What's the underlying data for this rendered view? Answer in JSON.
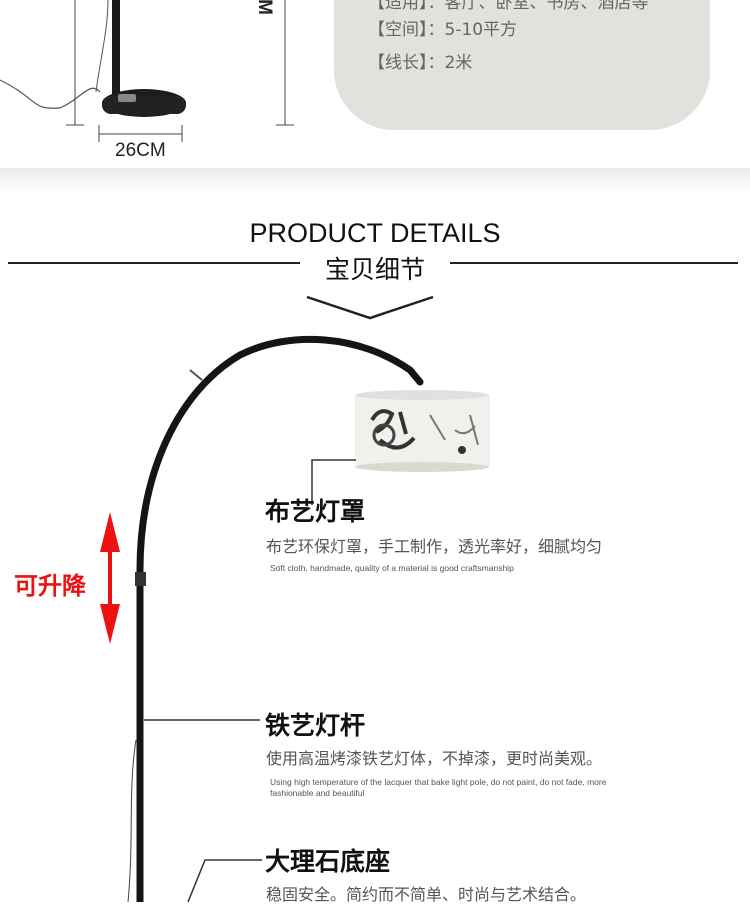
{
  "specs": {
    "line1": "【适用】：客厅、卧室、书房、酒店等",
    "line2": "【空间】：5-10平方",
    "line3": "【线长】：2米"
  },
  "dimension": {
    "base_width": "26CM",
    "height_mark": "M"
  },
  "details": {
    "title_en": "PRODUCT DETAILS",
    "title_cn": "宝贝细节"
  },
  "lift_label": "可升降",
  "features": [
    {
      "title": "布艺灯罩",
      "desc_cn": "布艺环保灯罩，手工制作，透光率好，细腻均匀",
      "desc_en": "Soft cloth, handmade, quality of a material is good craftsmanship"
    },
    {
      "title": "铁艺灯杆",
      "desc_cn": "使用高温烤漆铁艺灯体，不掉漆，更时尚美观。",
      "desc_en": "Using high temperature of the lacquer that bake light pole, do not paint, do not fade, more fashionable and beautiful"
    },
    {
      "title": "大理石底座",
      "desc_cn": "稳固安全。简约而不简单、时尚与艺术结合。"
    }
  ],
  "colors": {
    "accent_red": "#e11111",
    "card_bg": "#e3e1de"
  }
}
